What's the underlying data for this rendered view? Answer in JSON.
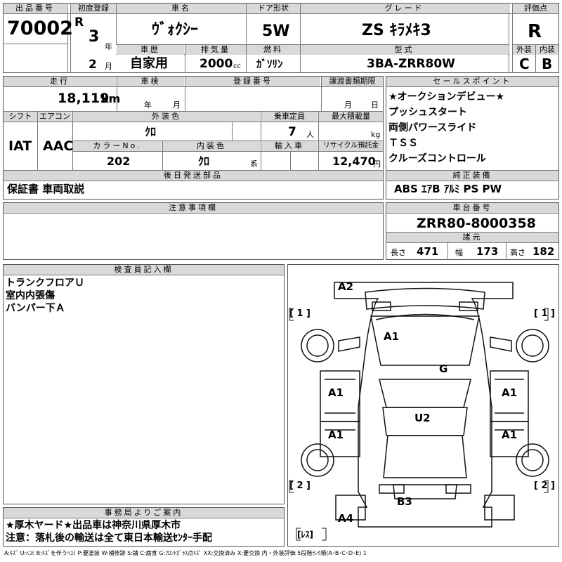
{
  "top": {
    "lot_label": "出品番号",
    "lot_no": "70002",
    "reg_label": "初度登録",
    "era": "R",
    "reg_year": "3",
    "year_unit": "年",
    "reg_month": "2",
    "month_unit": "月",
    "car_name_label": "車名",
    "car_name": "ｳﾞｫｸｼｰ",
    "door_label": "ドア形状",
    "door": "5W",
    "grade_label": "グレード",
    "grade": "ZS ｷﾗﾒｷ3",
    "score_label": "評価点",
    "score": "R",
    "history_label": "車歴",
    "history": "自家用",
    "displacement_label": "排気量",
    "displacement": "2000",
    "cc": "cc",
    "fuel_label": "燃料",
    "fuel": "ｶﾞｿﾘﾝ",
    "model_label": "型式",
    "model": "3BA-ZRR80W",
    "ext_label": "外装",
    "ext_score": "C",
    "int_label": "内装",
    "int_score": "B"
  },
  "mid": {
    "mileage_label": "走行",
    "mileage": "18,119",
    "km": "km",
    "inspection_label": "車検",
    "year_unit": "年",
    "month_unit": "月",
    "plate_label": "登録番号",
    "transfer_label": "譲渡書類期限",
    "day_unit": "日",
    "shift_label": "シフト",
    "shift": "IAT",
    "ac_label": "エアコン",
    "ac": "AAC",
    "color_label": "外装色",
    "color": "ｸﾛ",
    "capacity_label": "乗車定員",
    "capacity": "7",
    "person_unit": "人",
    "load_label": "最大積載量",
    "kg": "kg",
    "color_no_label": "カラーNo.",
    "color_no": "202",
    "interior_label": "内装色",
    "interior": "ｸﾛ",
    "interior_unit": "系",
    "import_label": "輸入車",
    "recycle_label": "リサイクル預託金",
    "recycle": "12,470",
    "yen": "円",
    "later_label": "後日発送部品",
    "later": "保証書 車両取説"
  },
  "sales": {
    "label": "セールスポイント",
    "items": [
      "★オークションデビュー★",
      "プッシュスタート",
      "両側パワースライド",
      "ＴＳＳ",
      "クルーズコントロール"
    ]
  },
  "equip": {
    "label": "純正装備",
    "value": "ABS ｴｱB ｱﾙﾐ PS PW"
  },
  "notes": {
    "label": "注意事項欄"
  },
  "chassis": {
    "label": "車台番号",
    "value": "ZRR80-8000358"
  },
  "spec": {
    "label": "諸元",
    "len_label": "長さ",
    "len": "471",
    "wid_label": "幅",
    "wid": "173",
    "hei_label": "高さ",
    "hei": "182"
  },
  "inspector": {
    "label": "検査員記入欄",
    "lines": [
      "トランクフロアＵ",
      "室内内張傷",
      "バンパー下Ａ"
    ]
  },
  "office": {
    "label": "事務局よりご案内",
    "line1": "★厚木ヤード★出品車は神奈川県厚木市",
    "line2": "注意：落札後の輸送は全て東日本輸送ｾﾝﾀｰ手配"
  },
  "diagram": {
    "marks": [
      "A2",
      "A1",
      "G",
      "A1",
      "A1",
      "U2",
      "A1",
      "A1",
      "B3",
      "A4"
    ],
    "bracket_1": "[ 1 ]",
    "bracket_2": "[ 2 ]",
    "spare": "[ﾚｽ]"
  },
  "legend": "A:ｷｽﾞ  U:ﾍｺﾐ  B:ｷｽﾞを伴うﾍｺﾐ  P:要塗装  W:補修跡  S:錆  C:腐食  G:ﾌﾛﾝﾄｶﾞﾗｽ点ｷｽﾞ  XX:交換済み  X:要交換   内・外装評価   5段階ﾗﾝｸ順(A･B･C･D･E) 1"
}
